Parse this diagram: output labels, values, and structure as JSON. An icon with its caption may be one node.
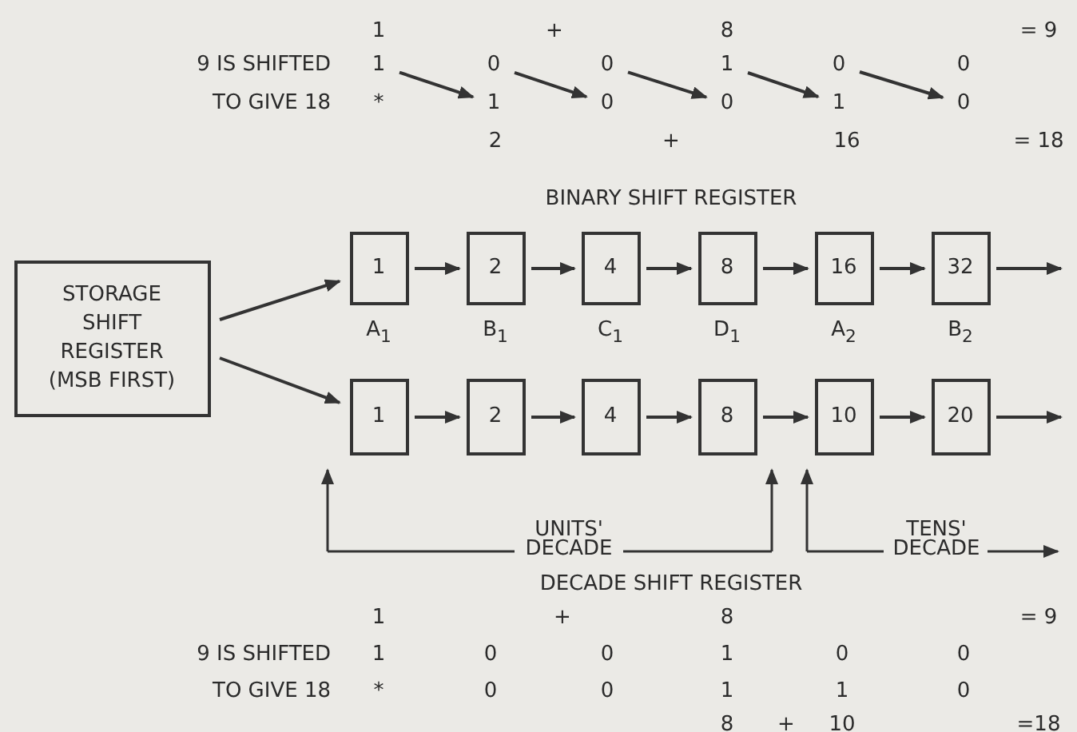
{
  "diagram": {
    "nodes": [
      {
        "text": [
          "1"
        ]
      },
      {
        "text": [
          "0"
        ]
      },
      {
        "text": [
          "0"
        ]
      },
      {
        "text": [
          "1"
        ]
      },
      {
        "text": [
          "0"
        ]
      },
      {
        "text": [
          "1"
        ]
      },
      {
        "text": [
          "0"
        ]
      },
      {
        "text": [
          "0"
        ]
      },
      {
        "text": [
          "1"
        ]
      },
      {
        "text": [
          "0"
        ]
      },
      {
        "text": [
          "STORAGE SHIFT REGISTER (MSB FIRST)"
        ]
      },
      {
        "text": [
          "1"
        ],
        "beside": [
          "A$_{1}$"
        ]
      },
      {
        "text": [
          "2"
        ],
        "beside": [
          "B$_{1}$"
        ]
      },
      {
        "text": [
          "4"
        ],
        "beside": [
          "C$_{1}$"
        ]
      },
      {
        "text": [
          "8"
        ],
        "beside": [
          "D$_{1}$"
        ]
      },
      {
        "text": [
          "16"
        ],
        "beside": [
          "A$_{2}$"
        ]
      },
      {
        "text": [
          "32"
        ],
        "beside": [
          "B$_{2}$"
        ]
      },
      {
        "text": [
          "1"
        ]
      },
      {
        "text": [
          "2"
        ]
      },
      {
        "text": [
          "4"
        ]
      },
      {
        "text": [
          "8"
        ]
      },
      {
        "text": [
          "10"
        ]
      },
      {
        "text": [
          "20"
        ]
      }
    ],
    "edges": [
      {
        "from": 0,
        "to": 5,
        "arrow": "to"
      },
      {
        "from": 1,
        "to": 6,
        "arrow": "to"
      },
      {
        "from": 2,
        "to": 7,
        "arrow": "to"
      },
      {
        "from": 3,
        "to": 8,
        "arrow": "to"
      },
      {
        "from": 4,
        "to": 9,
        "arrow": "to"
      },
      {
        "from": 10,
        "to": 11,
        "arrow": "to"
      },
      {
        "from": 10,
        "to": 17,
        "arrow": "to"
      },
      {
        "from": 11,
        "to": 12,
        "arrow": "to"
      },
      {
        "from": 12,
        "to": 13,
        "arrow": "to"
      },
      {
        "from": 13,
        "to": 14,
        "arrow": "to"
      },
      {
        "from": 14,
        "to": 15,
        "arrow": "to"
      },
      {
        "from": 15,
        "to": 16,
        "arrow": "to"
      },
      {
        "from": 16,
        "to": null,
        "arrow": "to"
      },
      {
        "from": 17,
        "to": 18,
        "arrow": "to"
      },
      {
        "from": 18,
        "to": 19,
        "arrow": "to"
      },
      {
        "from": 19,
        "to": 20,
        "arrow": "to"
      },
      {
        "from": 20,
        "to": 21,
        "arrow": "to"
      },
      {
        "from": 21,
        "to": 22,
        "arrow": "to"
      },
      {
        "from": 22,
        "to": null,
        "arrow": "to"
      }
    ],
    "labels": [
      "1",
      "+",
      "8",
      "= 9",
      "9 IS SHIFTED",
      "0",
      "TO GIVE 18",
      "*",
      "2",
      "+",
      "16",
      "= 18",
      "BINARY SHIFT REGISTER",
      "UNITS' DECADE",
      "TENS' DECADE",
      "DECADE SHIFT REGISTER",
      "1",
      "+",
      "8",
      "= 9",
      "9 IS SHIFTED",
      "1",
      "0",
      "0",
      "1",
      "0",
      "0",
      "TO GIVE 18",
      "*",
      "0",
      "0",
      "1",
      "1",
      "0",
      "8",
      "+",
      "10",
      "=18"
    ]
  }
}
